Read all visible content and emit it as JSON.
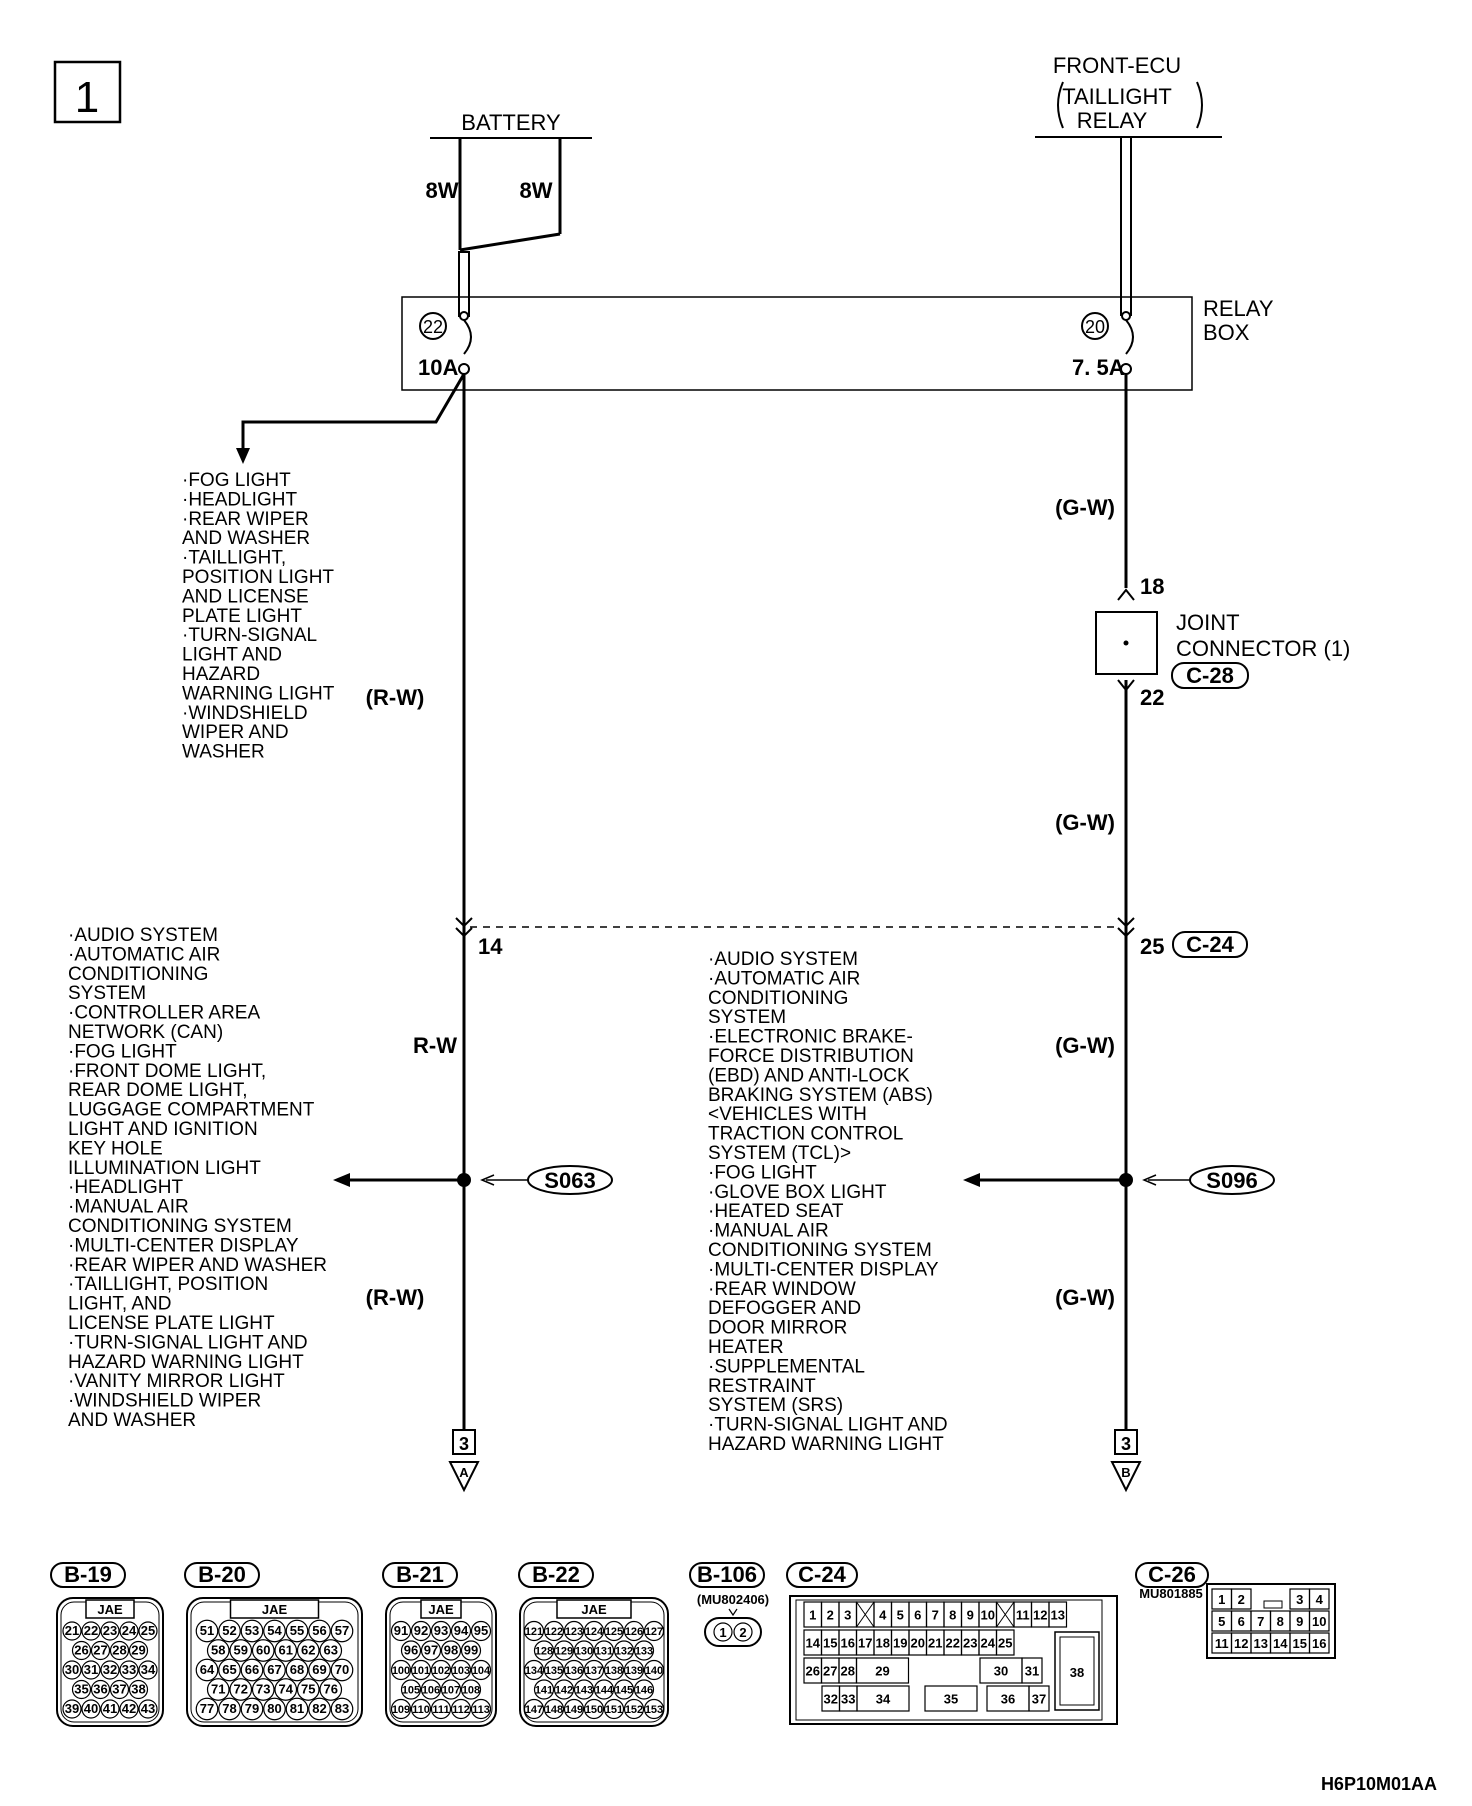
{
  "page_number": "1",
  "battery": {
    "label": "BATTERY",
    "wire_left": "8W",
    "wire_right": "8W"
  },
  "front_ecu": {
    "title": "FRONT-ECU",
    "sub1": "TAILLIGHT",
    "sub2": "RELAY"
  },
  "relay_box": {
    "label_line1": "RELAY",
    "label_line2": "BOX",
    "fuse_left_num": "22",
    "fuse_left_rating": "10A",
    "fuse_right_num": "20",
    "fuse_right_rating": "7. 5A"
  },
  "upper_branch_list": [
    "·FOG LIGHT",
    "·HEADLIGHT",
    "·REAR WIPER",
    " AND WASHER",
    "·TAILLIGHT,",
    " POSITION LIGHT",
    " AND LICENSE",
    " PLATE LIGHT",
    "·TURN-SIGNAL",
    " LIGHT AND",
    " HAZARD",
    " WARNING LIGHT",
    "·WINDSHIELD",
    " WIPER AND",
    " WASHER"
  ],
  "wires": {
    "left_upper": "(R-W)",
    "left_mid": "R-W",
    "left_lower": "(R-W)",
    "right_1": "(G-W)",
    "right_2": "(G-W)",
    "right_3": "(G-W)",
    "right_4": "(G-W)"
  },
  "joint_connector": {
    "pin_top": "18",
    "pin_bottom": "22",
    "line1": "JOINT",
    "line2": "CONNECTOR (1)",
    "code": "C-28"
  },
  "connector_c24": {
    "left_pin": "14",
    "right_pin": "25",
    "code": "C-24"
  },
  "splices": {
    "left": "S063",
    "right": "S096"
  },
  "left_system_list": [
    "·AUDIO SYSTEM",
    "·AUTOMATIC AIR",
    " CONDITIONING",
    " SYSTEM",
    "·CONTROLLER AREA",
    " NETWORK (CAN)",
    "·FOG LIGHT",
    "·FRONT DOME LIGHT,",
    " REAR DOME LIGHT,",
    " LUGGAGE COMPARTMENT",
    " LIGHT AND IGNITION",
    " KEY HOLE",
    " ILLUMINATION LIGHT",
    "·HEADLIGHT",
    "·MANUAL AIR",
    " CONDITIONING SYSTEM",
    "·MULTI-CENTER DISPLAY",
    "·REAR WIPER AND WASHER",
    "·TAILLIGHT, POSITION",
    " LIGHT, AND",
    " LICENSE PLATE LIGHT",
    "·TURN-SIGNAL LIGHT AND",
    " HAZARD WARNING LIGHT",
    "·VANITY MIRROR LIGHT",
    "·WINDSHIELD WIPER",
    " AND WASHER"
  ],
  "right_system_list": [
    "·AUDIO SYSTEM",
    "·AUTOMATIC AIR",
    " CONDITIONING",
    " SYSTEM",
    "·ELECTRONIC BRAKE-",
    " FORCE DISTRIBUTION",
    " (EBD) AND ANTI-LOCK",
    " BRAKING SYSTEM (ABS)",
    " <VEHICLES WITH",
    " TRACTION CONTROL",
    " SYSTEM (TCL)>",
    "·FOG LIGHT",
    "·GLOVE BOX LIGHT",
    "·HEATED SEAT",
    "·MANUAL AIR",
    " CONDITIONING SYSTEM",
    "·MULTI-CENTER DISPLAY",
    "·REAR WINDOW",
    " DEFOGGER AND",
    " DOOR MIRROR",
    " HEATER",
    "·SUPPLEMENTAL",
    " RESTRAINT",
    " SYSTEM (SRS)",
    "·TURN-SIGNAL LIGHT AND",
    " HAZARD WARNING LIGHT"
  ],
  "continuations": {
    "left": {
      "page": "3",
      "letter": "A"
    },
    "right": {
      "page": "3",
      "letter": "B"
    }
  },
  "connectors": {
    "b19": {
      "code": "B-19",
      "jae": "JAE",
      "rows": [
        [
          "21",
          "22",
          "23",
          "24",
          "25"
        ],
        [
          "26",
          "27",
          "28",
          "29"
        ],
        [
          "30",
          "31",
          "32",
          "33",
          "34"
        ],
        [
          "35",
          "36",
          "37",
          "38"
        ],
        [
          "39",
          "40",
          "41",
          "42",
          "43"
        ]
      ]
    },
    "b20": {
      "code": "B-20",
      "jae": "JAE",
      "rows": [
        [
          "51",
          "52",
          "53",
          "54",
          "55",
          "56",
          "57"
        ],
        [
          "58",
          "59",
          "60",
          "61",
          "62",
          "63"
        ],
        [
          "64",
          "65",
          "66",
          "67",
          "68",
          "69",
          "70"
        ],
        [
          "71",
          "72",
          "73",
          "74",
          "75",
          "76"
        ],
        [
          "77",
          "78",
          "79",
          "80",
          "81",
          "82",
          "83"
        ]
      ]
    },
    "b21": {
      "code": "B-21",
      "jae": "JAE",
      "rows": [
        [
          "91",
          "92",
          "93",
          "94",
          "95"
        ],
        [
          "96",
          "97",
          "98",
          "99"
        ],
        [
          "100",
          "101",
          "102",
          "103",
          "104"
        ],
        [
          "105",
          "106",
          "107",
          "108"
        ],
        [
          "109",
          "110",
          "111",
          "112",
          "113"
        ]
      ]
    },
    "b22": {
      "code": "B-22",
      "jae": "JAE",
      "rows": [
        [
          "121",
          "122",
          "123",
          "124",
          "125",
          "126",
          "127"
        ],
        [
          "128",
          "129",
          "130",
          "131",
          "132",
          "133"
        ],
        [
          "134",
          "135",
          "136",
          "137",
          "138",
          "139",
          "140"
        ],
        [
          "141",
          "142",
          "143",
          "144",
          "145",
          "146"
        ],
        [
          "147",
          "148",
          "149",
          "150",
          "151",
          "152",
          "153"
        ]
      ]
    },
    "b106": {
      "code": "B-106",
      "part": "(MU802406)",
      "pins": [
        "1",
        "2"
      ]
    },
    "c24": {
      "code": "C-24",
      "row1": [
        "1",
        "2",
        "3",
        "",
        "4",
        "5",
        "6",
        "7",
        "8",
        "9",
        "10",
        "",
        "11",
        "12",
        "13"
      ],
      "row2": [
        "14",
        "15",
        "16",
        "17",
        "18",
        "19",
        "20",
        "21",
        "22",
        "23",
        "24",
        "25"
      ],
      "row3": [
        "26",
        "27",
        "28",
        "29",
        "30",
        "31"
      ],
      "row4": [
        "32",
        "33",
        "34",
        "35",
        "36",
        "37"
      ],
      "big": "38"
    },
    "c26": {
      "code": "C-26",
      "part": "MU801885",
      "row1": [
        "1",
        "2",
        "",
        "",
        "3",
        "4"
      ],
      "row2": [
        "5",
        "6",
        "7",
        "8",
        "9",
        "10"
      ],
      "row3": [
        "11",
        "12",
        "13",
        "14",
        "15",
        "16"
      ]
    }
  },
  "diagram_code": "H6P10M01AA"
}
